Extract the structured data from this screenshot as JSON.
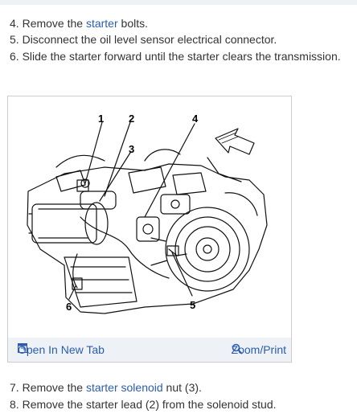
{
  "steps_top": [
    {
      "num": "4.",
      "pre": "Remove the ",
      "link": "starter",
      "post": " bolts."
    },
    {
      "num": "5.",
      "text": "Disconnect the oil level sensor electrical connector."
    },
    {
      "num": "6.",
      "text": "Slide the starter forward until the starter clears the transmission."
    }
  ],
  "figure": {
    "callouts": [
      "1",
      "2",
      "3",
      "4",
      "5",
      "6"
    ],
    "open_label": "Open In New Tab",
    "open_icon": "open-in-new-tab-icon",
    "zoom_label": "Zoom/Print",
    "zoom_icon": "magnifier-icon"
  },
  "steps_bottom": [
    {
      "num": "7.",
      "pre": "Remove the ",
      "link": "starter solenoid",
      "post": " nut (3)."
    },
    {
      "num": "8.",
      "text": "Remove the starter lead (2) from the solenoid stud."
    }
  ],
  "colors": {
    "link": "#2a5db0",
    "text": "#333333",
    "bar": "#eef1f6"
  }
}
